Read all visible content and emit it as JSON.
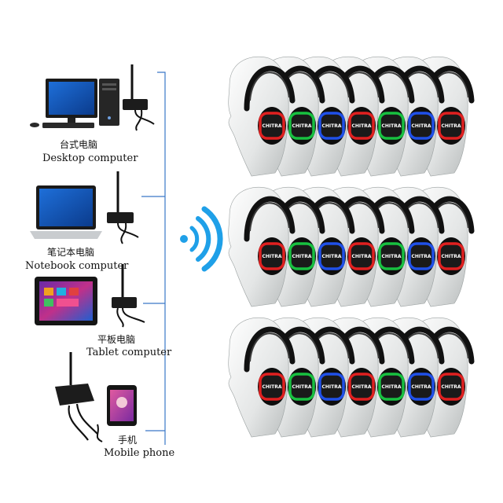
{
  "devices": [
    {
      "id": "desktop",
      "label_zh": "台式电脑",
      "label_en": "Desktop computer"
    },
    {
      "id": "notebook",
      "label_zh": "笔记本电脑",
      "label_en": "Notebook computer"
    },
    {
      "id": "tablet",
      "label_zh": "平板电脑",
      "label_en": "Tablet computer"
    },
    {
      "id": "mobile",
      "label_zh": "手机",
      "label_en": "Mobile phone"
    }
  ],
  "headphones": {
    "brand_text": "CHITRA",
    "rows": 3,
    "per_row": 7,
    "led_colors": [
      "#e02020",
      "#18c040",
      "#2050e8",
      "#e02020",
      "#18c040",
      "#2050e8",
      "#e02020"
    ]
  },
  "colors": {
    "connector_line": "#3a78c8",
    "signal": "#1fa0e8"
  },
  "icons": [
    "desktop-pc-icon",
    "monitor-icon",
    "laptop-icon",
    "tablet-icon",
    "smartphone-icon",
    "transmitter-icon",
    "wireless-signal-icon",
    "headphone-icon"
  ]
}
